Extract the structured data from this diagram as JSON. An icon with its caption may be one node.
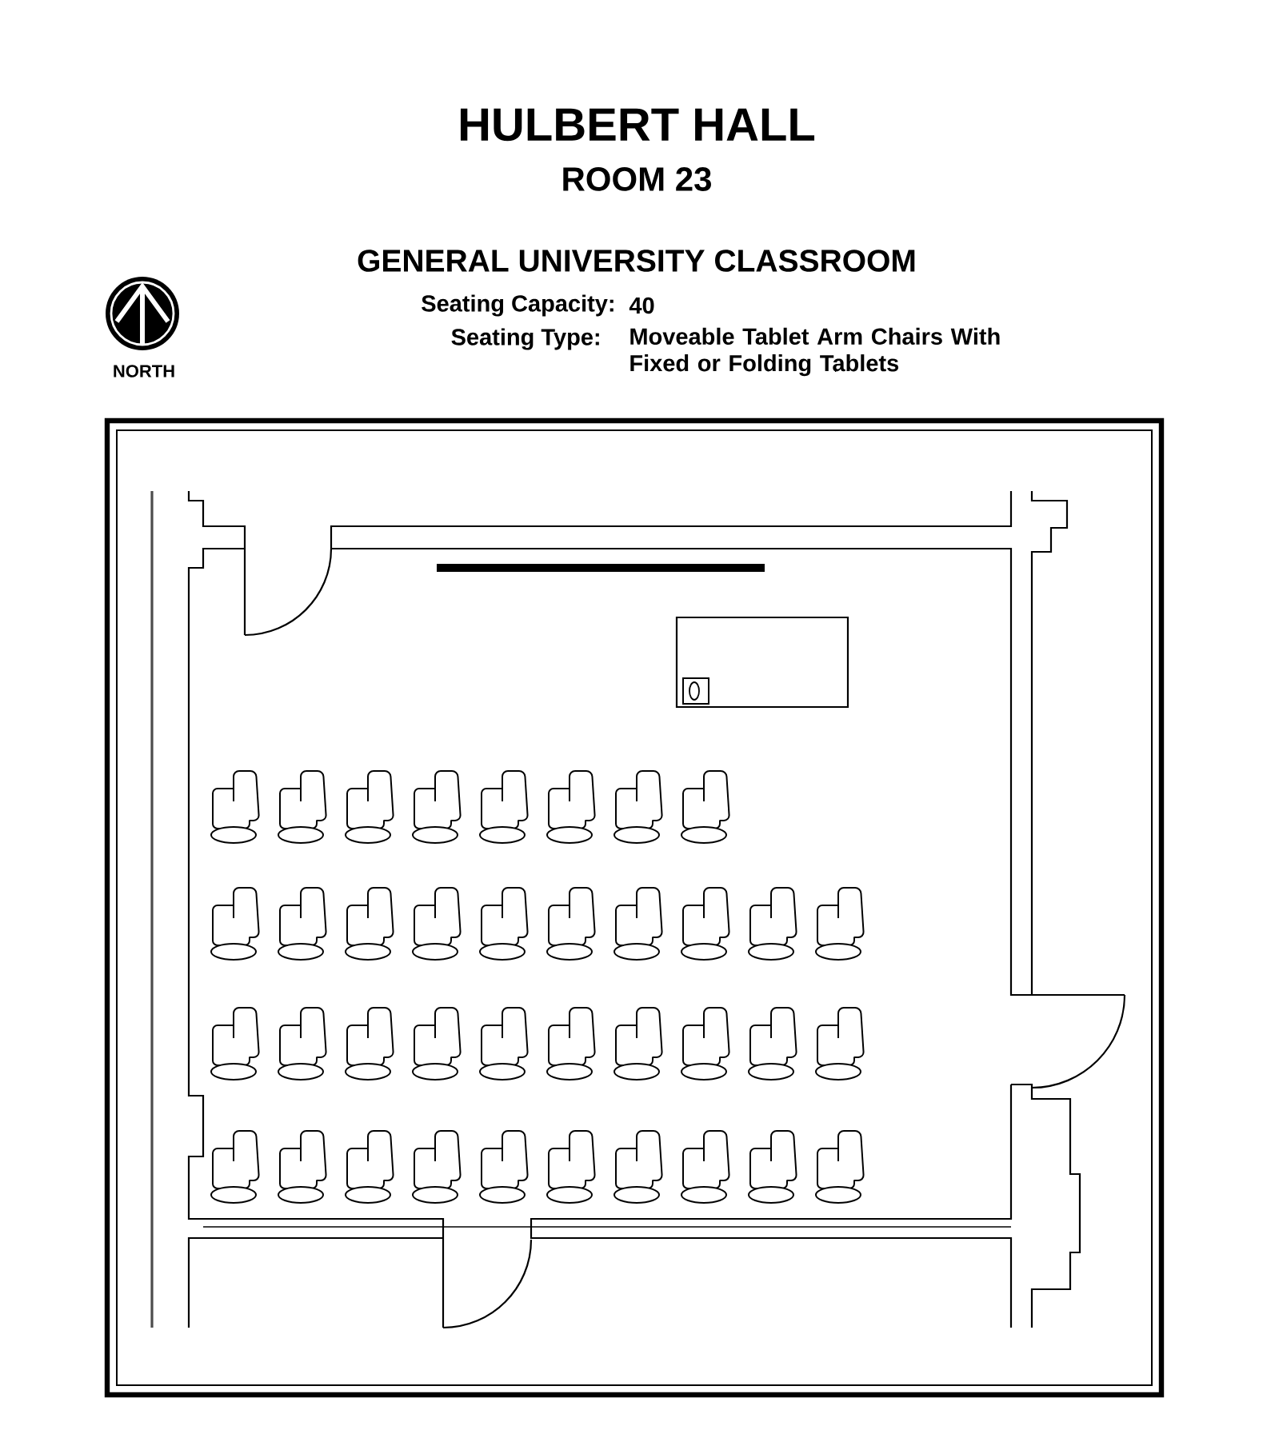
{
  "diagram": {
    "title": "HULBERT HALL",
    "labels": [
      "ROOM 23",
      "GENERAL UNIVERSITY CLASSROOM",
      "Seating Capacity:",
      "40",
      "Seating Type:",
      "Moveable Tablet Arm Chairs With Fixed or Folding Tablets",
      "NORTH"
    ]
  }
}
